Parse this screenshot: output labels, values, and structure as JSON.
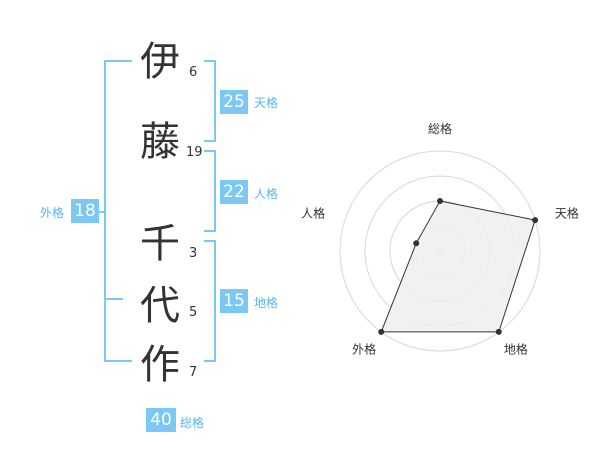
{
  "name_chars": [
    {
      "char": "伊",
      "strokes": "6"
    },
    {
      "char": "藤",
      "strokes": "19"
    },
    {
      "char": "千",
      "strokes": "3"
    },
    {
      "char": "代",
      "strokes": "5"
    },
    {
      "char": "作",
      "strokes": "7"
    }
  ],
  "fortunes": {
    "tenkaku": {
      "label": "天格",
      "value": "25"
    },
    "jinkaku": {
      "label": "人格",
      "value": "22"
    },
    "chikaku": {
      "label": "地格",
      "value": "15"
    },
    "gaikaku": {
      "label": "外格",
      "value": "18"
    },
    "soukaku": {
      "label": "総格",
      "value": "40"
    }
  },
  "colors": {
    "accent": "#7cc8f4",
    "label": "#5ab4ee",
    "text": "#333333"
  },
  "chart_data": {
    "type": "radar",
    "axes": [
      "総格",
      "天格",
      "地格",
      "外格",
      "人格"
    ],
    "values": [
      2,
      4,
      4,
      4,
      1
    ],
    "range": [
      0,
      4
    ],
    "rings": 4,
    "grid": true
  }
}
